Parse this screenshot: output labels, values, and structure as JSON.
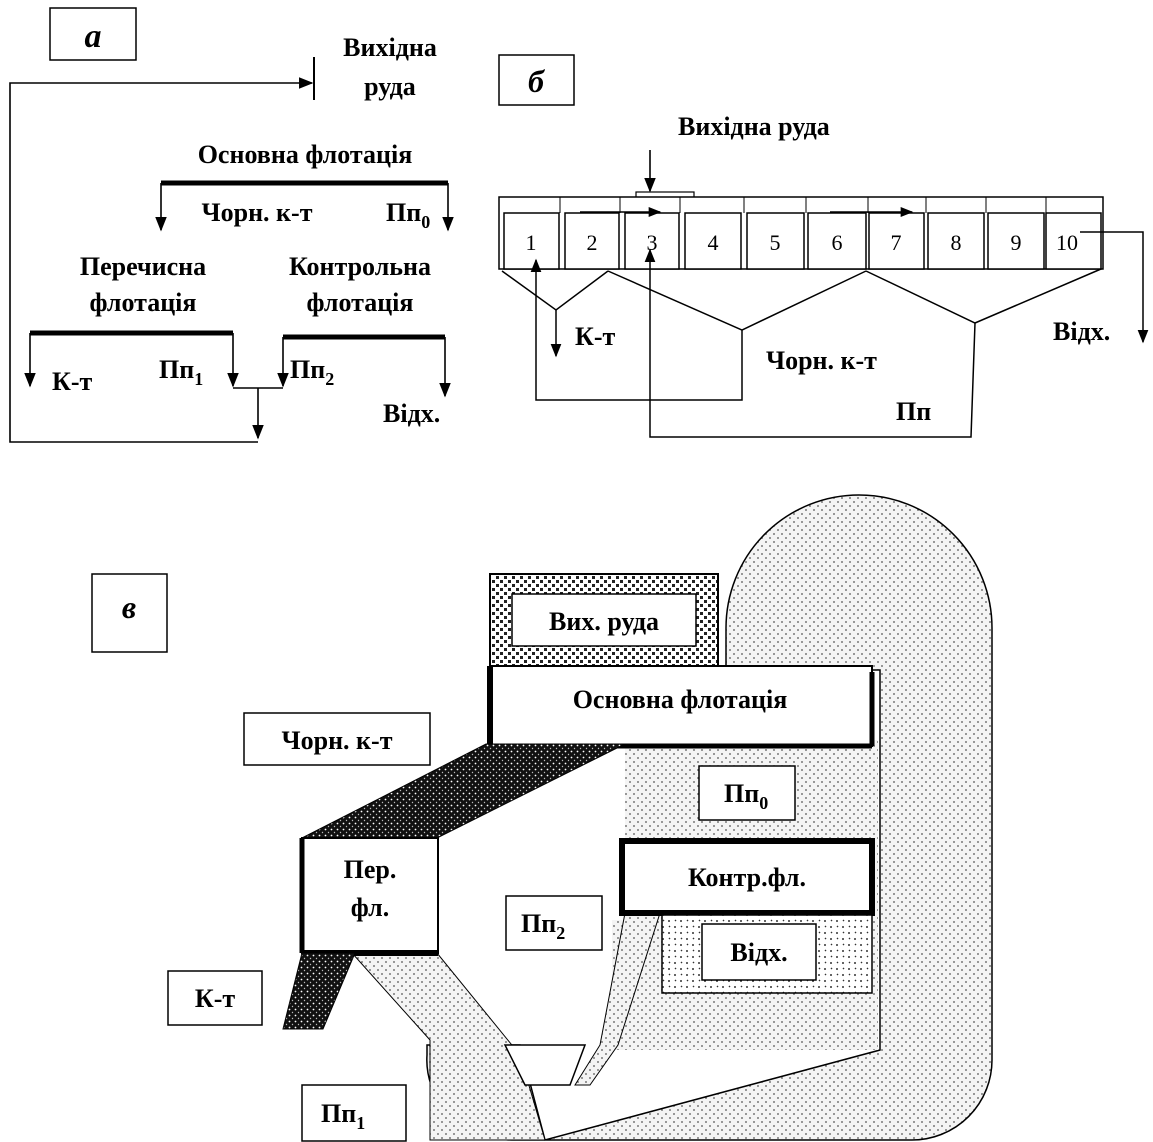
{
  "panel_a": {
    "tag": "а",
    "feed": [
      "Вихідна",
      "руда"
    ],
    "main": "Основна флотація",
    "rough_conc": "Чорн. к-т",
    "tail0": "Пп",
    "tail0_sub": "0",
    "cleaner": [
      "Перечисна",
      "флотація"
    ],
    "scavenger": [
      "Контрольна",
      "флотація"
    ],
    "conc": "К-т",
    "tail1": "Пп",
    "tail1_sub": "1",
    "tail2": "Пп",
    "tail2_sub": "2",
    "tailings": "Відх."
  },
  "panel_b": {
    "tag": "б",
    "feed": "Вихідна руда",
    "cells": [
      "1",
      "2",
      "3",
      "4",
      "5",
      "6",
      "7",
      "8",
      "9",
      "10"
    ],
    "conc": "К-т",
    "rough_conc": "Чорн. к-т",
    "middlings": "Пп",
    "tailings": "Відх."
  },
  "panel_c": {
    "tag": "в",
    "feed": "Вих. руда",
    "main": "Основна флотація",
    "rough_conc": "Чорн. к-т",
    "tail0": "Пп",
    "tail0_sub": "0",
    "cleaner": [
      "Пер.",
      "фл."
    ],
    "scavenger": "Контр.фл.",
    "tail2": "Пп",
    "tail2_sub": "2",
    "tailings": "Відх.",
    "conc": "К-т",
    "tail1": "Пп",
    "tail1_sub": "1"
  }
}
